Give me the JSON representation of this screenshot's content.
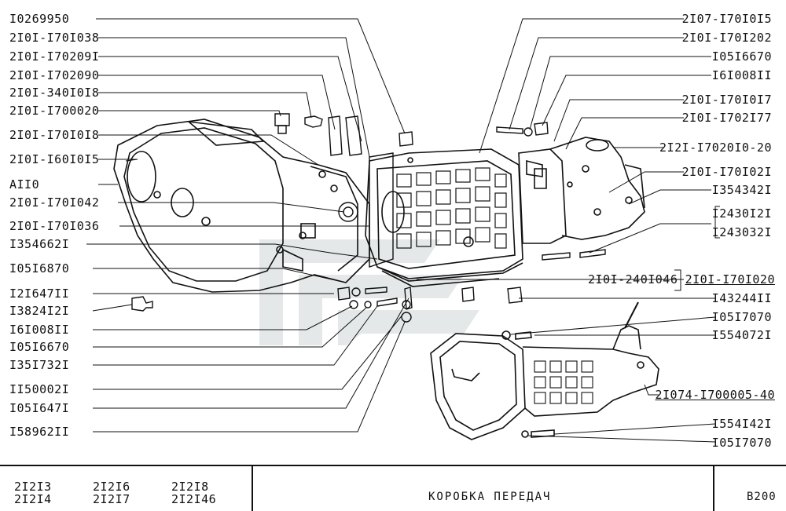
{
  "labels_left": [
    "I0269950",
    "2I0I-I70I038",
    "2I0I-I70209I",
    "2I0I-I702090",
    "2I0I-340I0I8",
    "2I0I-I700020",
    "2I0I-I70I0I8",
    "2I0I-I60I0I5",
    "AII0",
    "2I0I-I70I042",
    "2I0I-I70I036",
    "I354662I",
    "I05I6870",
    "I2I647II",
    "I3824I2I",
    "I6I008II",
    "I05I6670",
    "I35I732I",
    "II50002I",
    "I05I647I",
    "I58962II"
  ],
  "labels_right": [
    "2I07-I70I0I5",
    "2I0I-I70I202",
    "I05I6670",
    "I6I008II",
    "2I0I-I70I0I7",
    "2I0I-I702I77",
    "2I2I-I7020I0-20",
    "2I0I-I70I02I",
    "I354342I",
    "I2430I2I",
    "I243032I",
    "2I0I-240I046",
    "2I0I-I70I020",
    "I43244II",
    "I05I7070",
    "I554072I",
    "2I074-I700005-40",
    "I554I42I",
    "I05I7070"
  ],
  "footer": {
    "models": [
      "2I2I3",
      "2I2I4",
      "2I2I6",
      "2I2I7",
      "2I2I8",
      "2I2I46"
    ],
    "title": "КОРОБКА ПЕРЕДАЧ",
    "page_code": "B200"
  }
}
